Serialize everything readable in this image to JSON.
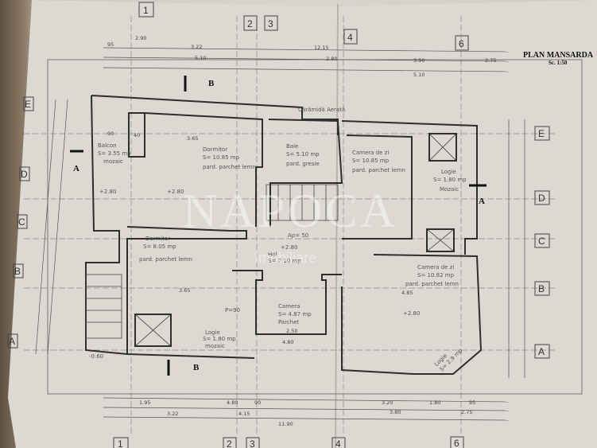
{
  "plan": {
    "title": "PLAN MANSARDA",
    "scale": "Sc. 1:50",
    "watermark": "NAPOCA",
    "watermark_sub": "Imobiliare"
  },
  "axes": {
    "top": [
      "1",
      "2",
      "3",
      "4",
      "6"
    ],
    "bottom": [
      "1",
      "2",
      "3",
      "4",
      "6"
    ],
    "right": [
      "E",
      "D",
      "C",
      "B",
      "A"
    ],
    "left": [
      "E",
      "D",
      "C",
      "B",
      "A"
    ]
  },
  "sections": [
    "A",
    "A",
    "B",
    "B"
  ],
  "rooms": [
    {
      "name": "Balcon",
      "area": "S= 3.55 mp",
      "floor": "mozaic",
      "level": "+2.80"
    },
    {
      "name": "Dormitor",
      "area": "S= 10.85 mp",
      "floor": "pard. parchet lemn",
      "level": "+2.80"
    },
    {
      "name": "Baie",
      "area": "S= 5.10 mp",
      "floor": "pard. gresie"
    },
    {
      "name": "Camera de zi",
      "area": "S= 10.85 mp",
      "floor": "pard. parchet lemn"
    },
    {
      "name": "Logie",
      "area": "S= 1.80 mp",
      "floor": "Mozaic"
    },
    {
      "name": "Dormitor",
      "area": "S= 8.05 mp",
      "floor": "pard. parchet lemn"
    },
    {
      "name": "Hol",
      "area": "S= 7.10 mp",
      "level": "+2.80"
    },
    {
      "name": "Camera",
      "area": "S= 4.87 mp",
      "floor": "Parchet"
    },
    {
      "name": "Logie",
      "area": "S= 1.80 mp",
      "floor": "mozaic"
    },
    {
      "name": "Camera de zi",
      "area": "S= 10.82 mp",
      "floor": "pard. parchet lemn",
      "level": "+2.80"
    },
    {
      "name": "Logie",
      "area": "S= 2.9 mp"
    }
  ],
  "notes": {
    "chimney": "Cărămidă Aerată",
    "parapet": "P=90",
    "stair": "Ap= 50"
  },
  "dims_top": [
    "95",
    "2.90",
    "3.22",
    "5.10",
    "12.15",
    "2.80",
    "3.90",
    "2.75",
    "5.10"
  ],
  "dims_bottom": [
    "1.95",
    "4.80",
    "90",
    "3.20",
    "1.80",
    "95",
    "3.22",
    "4.15",
    "3.80",
    "2.75",
    "11.90"
  ],
  "dims_inner": [
    "3.65",
    "3.65",
    "4.85",
    "2.50",
    "4.80",
    "40",
    "90"
  ],
  "level_outside": "-0.60"
}
